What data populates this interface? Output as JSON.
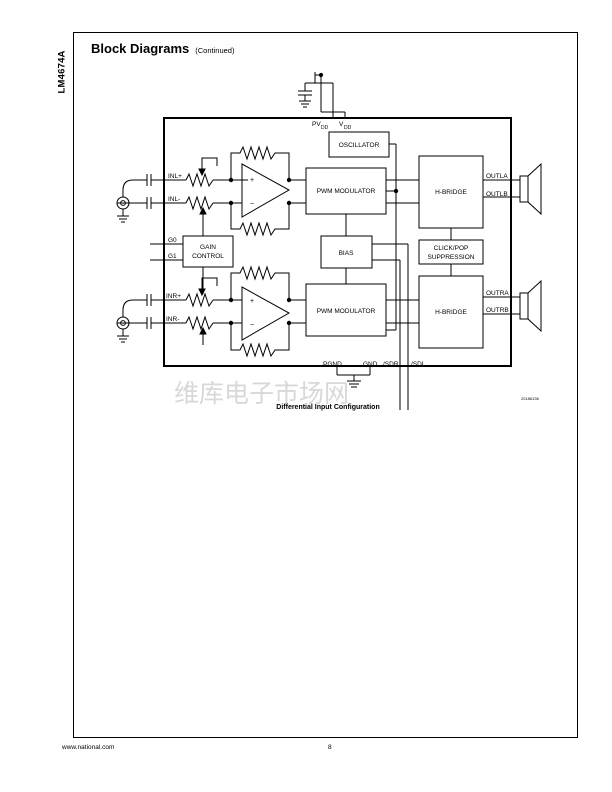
{
  "doc": {
    "part_number": "LM4674A",
    "section_title": "Block Diagrams",
    "section_note": "(Continued)",
    "footer_url": "www.national.com",
    "page_number": "8"
  },
  "diagram": {
    "caption": "Differential Input Configuration",
    "figure_id": "20186136",
    "watermark": "维库电子市场网",
    "supply": {
      "pvdd": "PV",
      "pvdd_sub": "DD",
      "vdd": "V",
      "vdd_sub": "DD"
    },
    "blocks": {
      "oscillator": "OSCILLATOR",
      "pwm_top": "PWM MODULATOR",
      "pwm_bottom": "PWM MODULATOR",
      "hbridge_top": "H-BRIDGE",
      "hbridge_bottom": "H-BRIDGE",
      "bias": "BIAS",
      "gain_l1": "GAIN",
      "gain_l2": "CONTROL",
      "clickpop_l1": "CLICK/POP",
      "clickpop_l2": "SUPPRESSION"
    },
    "pins": {
      "inl_plus": "INL+",
      "inl_minus": "INL-",
      "inr_plus": "INR+",
      "inr_minus": "INR-",
      "g0": "G0",
      "g1": "G1",
      "outla": "OUTLA",
      "outlb": "OUTLB",
      "outra": "OUTRA",
      "outrb": "OUTRB",
      "pgnd": "PGND",
      "gnd": "GND",
      "sdr": "/SDR",
      "sdl": "/SDL"
    },
    "amp_signs": {
      "plus": "+",
      "minus": "−"
    }
  }
}
